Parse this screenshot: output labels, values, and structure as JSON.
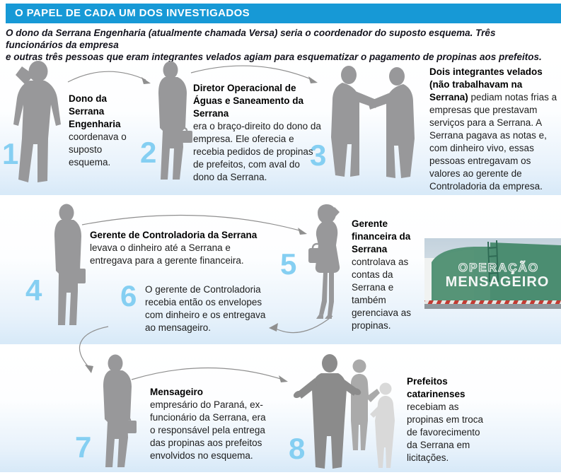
{
  "header": {
    "title": "O PAPEL DE CADA UM DOS INVESTIGADOS"
  },
  "intro": {
    "line1": "O dono da Serrana Engenharia (atualmente chamada Versa) seria o coordenador do suposto esquema. Três funcionários da empresa",
    "line2": "e outras três pessoas que eram integrantes velados agiam para esquematizar o pagamento de propinas aos prefeitos."
  },
  "steps": [
    {
      "num": "1",
      "title": "Dono da Serrana Engenharia",
      "body": "coordenava o suposto esquema."
    },
    {
      "num": "2",
      "title": "Diretor Operacional de Águas e Saneamento da Serrana",
      "body": "era o braço-direito do dono da empresa. Ele oferecia e recebia pedidos de propinas de prefeitos, com aval do dono da Serrana."
    },
    {
      "num": "3",
      "title": "Dois integrantes velados (não trabalhavam na Serrana)",
      "body": "pediam notas frias a empresas que prestavam serviços para a Serrana. A Serrana pagava as notas e, com dinheiro vivo, essas pessoas entregavam os valores ao gerente de Controladoria da empresa."
    },
    {
      "num": "4",
      "title": "Gerente de Controladoria da Serrana",
      "body": "levava o dinheiro até a Serrana e entregava para a gerente financeira."
    },
    {
      "num": "5",
      "title": "Gerente financeira da Serrana",
      "body": "controlava as contas da Serrana e também gerenciava as propinas."
    },
    {
      "num": "6",
      "title": "",
      "body": "O gerente de Controladoria recebia então os envelopes com dinheiro e os entregava ao mensageiro."
    },
    {
      "num": "7",
      "title": "Mensageiro",
      "body": "empresário do Paraná, ex-funcionário da Serrana, era o responsável pela entrega das propinas aos prefeitos envolvidos no esquema."
    },
    {
      "num": "8",
      "title": "Prefeitos catarinenses",
      "body": "recebiam as propinas em troca de favorecimento da Serrana em licitações."
    }
  ],
  "photo": {
    "caption_line1": "OPERAÇÃO",
    "caption_line2": "MENSAGEIRO"
  },
  "colors": {
    "title_bar_blue": "#1799d6",
    "number_blue": "#85cff2",
    "silhouette_gray": "#98989a",
    "truck_green": "#4b8d71",
    "row_bottom_blue": "#d7e9f8"
  }
}
